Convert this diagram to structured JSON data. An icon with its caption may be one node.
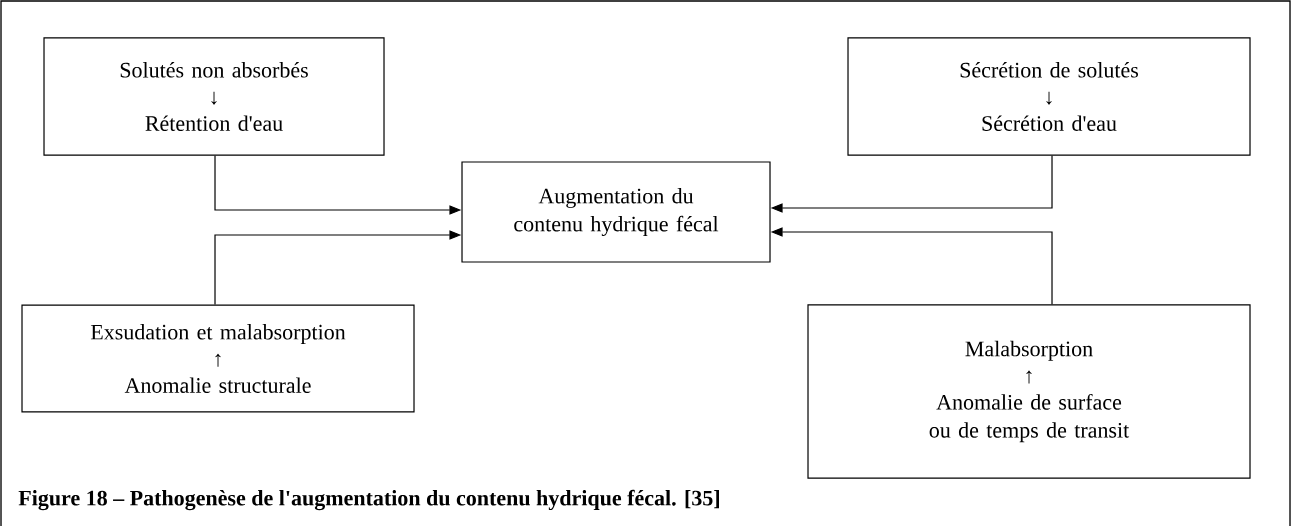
{
  "diagram": {
    "caption": "Figure 18 – Pathogenèse de l'augmentation du contenu hydrique fécal. [35]",
    "nodes": [
      {
        "text": [
          "Solutés non absorbés",
          "↓",
          "Rétention d'eau"
        ]
      },
      {
        "text": [
          "Sécrétion de solutés",
          "↓",
          "Sécrétion d'eau"
        ]
      },
      {
        "text": [
          "Augmentation du contenu hydrique fécal"
        ]
      },
      {
        "text": [
          "Exsudation et malabsorption",
          "↑",
          "Anomalie structurale"
        ]
      },
      {
        "text": [
          "Malabsorption",
          "↑",
          "Anomalie de surface ou de temps de transit"
        ]
      }
    ],
    "edges": [
      {
        "from": 0,
        "to": 2,
        "arrow": "to"
      },
      {
        "from": 3,
        "to": 2,
        "arrow": "to"
      },
      {
        "from": 1,
        "to": 2,
        "arrow": "to"
      },
      {
        "from": 4,
        "to": 2,
        "arrow": "to"
      }
    ]
  }
}
